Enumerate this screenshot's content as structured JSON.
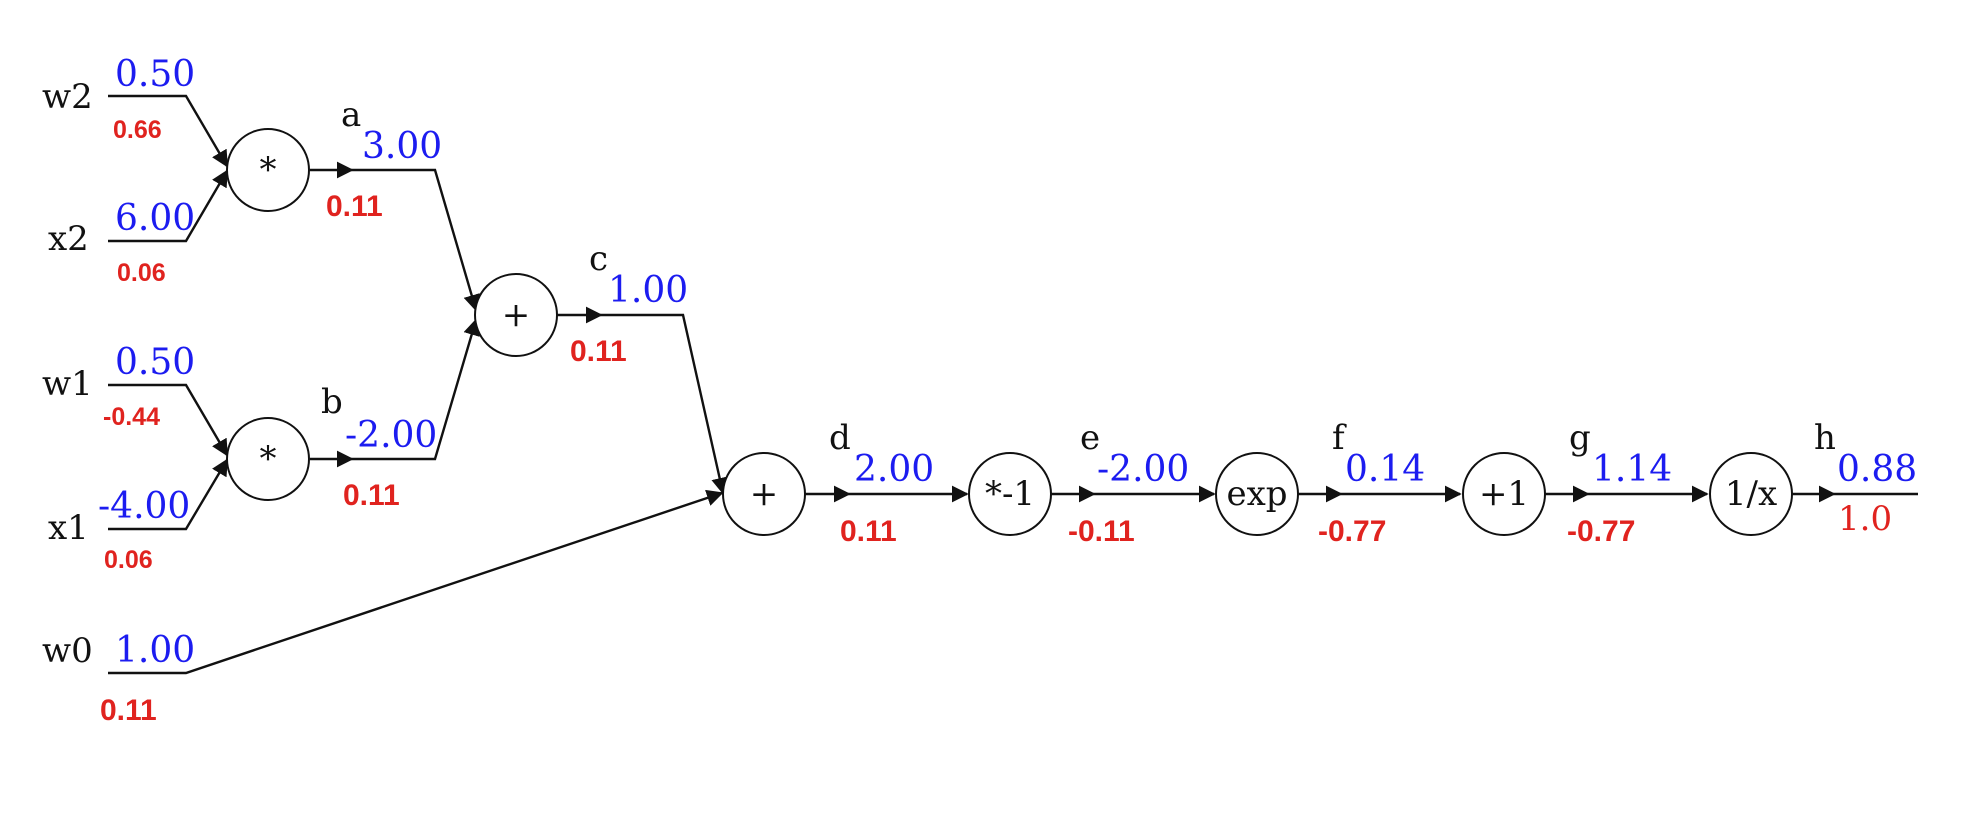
{
  "inputs": {
    "w2": {
      "label": "w2",
      "value": "0.50",
      "grad": "0.66"
    },
    "x2": {
      "label": "x2",
      "value": "6.00",
      "grad": "0.06"
    },
    "w1": {
      "label": "w1",
      "value": "0.50",
      "grad": "-0.44"
    },
    "x1": {
      "label": "x1",
      "value": "-4.00",
      "grad": "0.06"
    },
    "w0": {
      "label": "w0",
      "value": "1.00",
      "grad": "0.11"
    }
  },
  "nodes": {
    "mul_top": "*",
    "mul_bottom": "*",
    "add_c": "+",
    "add_d": "+",
    "neg": "*-1",
    "exp": "exp",
    "plus_one": "+1",
    "recip": "1/x"
  },
  "edges": {
    "a": {
      "label": "a",
      "value": "3.00",
      "grad": "0.11"
    },
    "b": {
      "label": "b",
      "value": "-2.00",
      "grad": "0.11"
    },
    "c": {
      "label": "c",
      "value": "1.00",
      "grad": "0.11"
    },
    "d": {
      "label": "d",
      "value": "2.00",
      "grad": "0.11"
    },
    "e": {
      "label": "e",
      "value": "-2.00",
      "grad": "-0.11"
    },
    "f": {
      "label": "f",
      "value": "0.14",
      "grad": "-0.77"
    },
    "g": {
      "label": "g",
      "value": "1.14",
      "grad": "-0.77"
    },
    "h": {
      "label": "h",
      "value": "0.88",
      "grad": "1.0"
    }
  },
  "colors": {
    "forward_value": "#1c1cf0",
    "gradient": "#e0231f",
    "line": "#111111"
  }
}
